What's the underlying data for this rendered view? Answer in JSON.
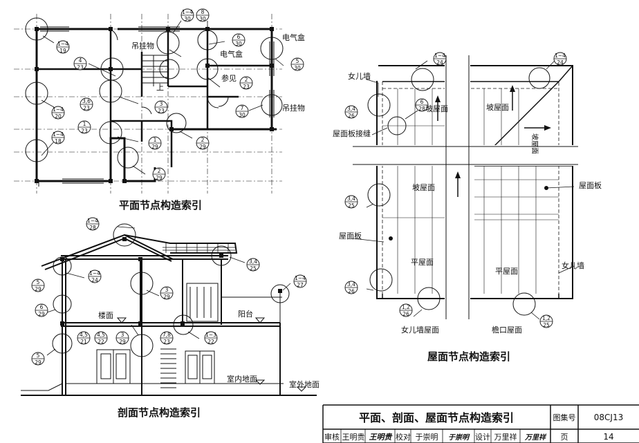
{
  "titles": {
    "plan": "平面节点构造索引",
    "section": "剖面节点构造索引",
    "roof": "屋面节点构造索引"
  },
  "plan_labels": {
    "hanger_a": "吊挂物",
    "hanger_b": "吊挂物",
    "elec_box_a": "电气盒",
    "elec_box_b": "电气盒",
    "see": "参见",
    "up": "上"
  },
  "plan_indices": [
    {
      "top": "1~4",
      "bottom": "19"
    },
    {
      "top": "1~4",
      "bottom": "30"
    },
    {
      "top": "8",
      "bottom": "30"
    },
    {
      "top": "6",
      "bottom": "30"
    },
    {
      "top": "5",
      "bottom": "30"
    },
    {
      "top": "4",
      "bottom": "23"
    },
    {
      "top": "2",
      "bottom": "23"
    },
    {
      "top": "3,6",
      "bottom": "23"
    },
    {
      "top": "3",
      "bottom": "23"
    },
    {
      "top": "7",
      "bottom": "30"
    },
    {
      "top": "1~4",
      "bottom": "20"
    },
    {
      "top": "1",
      "bottom": "23"
    },
    {
      "top": "1~4",
      "bottom": "18"
    },
    {
      "top": "1",
      "bottom": "29"
    },
    {
      "top": "2",
      "bottom": "29"
    },
    {
      "top": "2",
      "bottom": "29"
    }
  ],
  "section_labels": {
    "floor": "楼面",
    "balcony": "阳台",
    "indoor": "室内地面",
    "outdoor": "室外地面"
  },
  "section_indices": [
    {
      "top": "1~4",
      "bottom": "28"
    },
    {
      "top": "3,4",
      "bottom": "25"
    },
    {
      "top": "1~4",
      "bottom": "24"
    },
    {
      "top": "5",
      "bottom": "29"
    },
    {
      "top": "1~4",
      "bottom": "27"
    },
    {
      "top": "3",
      "bottom": "29"
    },
    {
      "top": "6",
      "bottom": "29"
    },
    {
      "top": "4,5",
      "bottom": "21"
    },
    {
      "top": "4,5",
      "bottom": "22"
    },
    {
      "top": "3",
      "bottom": "29"
    },
    {
      "top": "7,8",
      "bottom": "23"
    },
    {
      "top": "1~3",
      "bottom": "22"
    },
    {
      "top": "5",
      "bottom": "29"
    }
  ],
  "roof_labels": {
    "parapet_top": "女儿墙",
    "slope_a": "坡屋面",
    "slope_b": "坡屋面",
    "slope_c": "坡屋面",
    "slope_d": "坡屋面",
    "joint": "屋面板接缝",
    "panel_right": "屋面板",
    "panel_left": "屋面板",
    "flat_a": "平屋面",
    "flat_b": "平屋面",
    "parapet_right": "女儿墙",
    "parapet_roof": "女儿墙屋面",
    "eave_roof": "檐口屋面"
  },
  "roof_indices": [
    {
      "top": "1~4",
      "bottom": "24"
    },
    {
      "top": "1~4",
      "bottom": "24"
    },
    {
      "top": "3,4",
      "bottom": "26"
    },
    {
      "top": "6",
      "bottom": "28"
    },
    {
      "top": "3,4",
      "bottom": "25"
    },
    {
      "top": "3,4",
      "bottom": "26"
    },
    {
      "top": "1,2",
      "bottom": "26"
    },
    {
      "top": "1,2",
      "bottom": "25"
    }
  ],
  "title_block": {
    "title": "平面、剖面、屋面节点构造索引",
    "atlas_label": "图集号",
    "atlas_no": "08CJ13",
    "review_label": "审核",
    "reviewer": "王明贵",
    "reviewer_sig": "王明贵",
    "check_label": "校对",
    "checker": "于崇明",
    "checker_sig": "于崇明",
    "design_label": "设计",
    "designer": "万里祥",
    "designer_sig": "万里祥",
    "page_label": "页",
    "page_no": "14"
  }
}
